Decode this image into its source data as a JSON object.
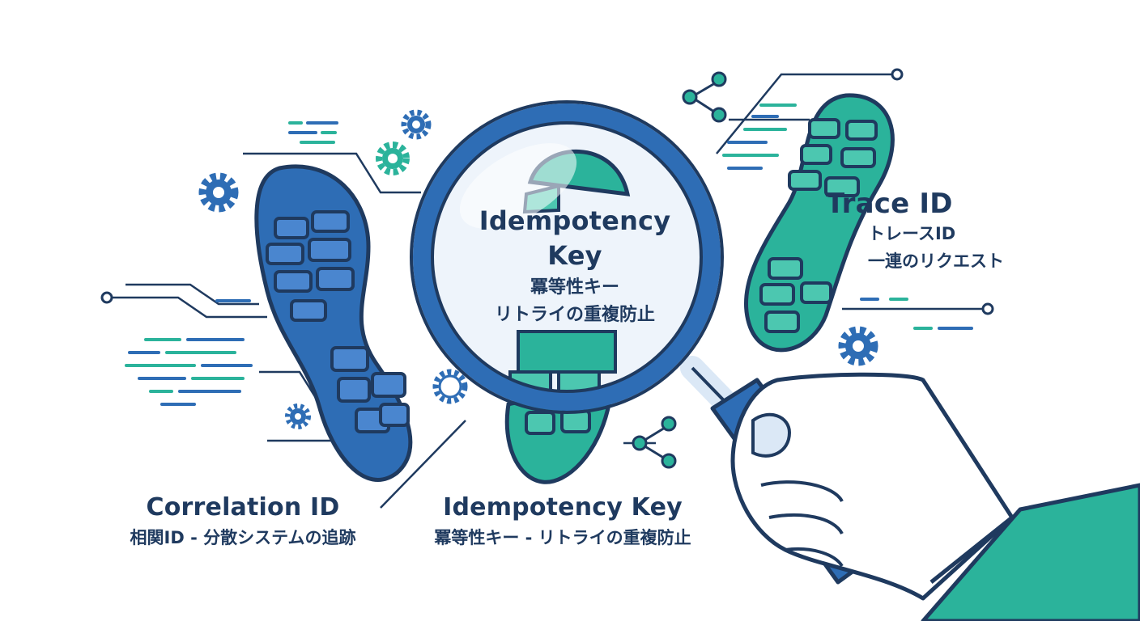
{
  "colors": {
    "blue": "#2e6db5",
    "dark_blue": "#1f3a5f",
    "teal": "#2bb39b",
    "light_blue": "#dbe8f6",
    "hand_outline": "#1f3a5f"
  },
  "icons": [
    "gear-icon",
    "share-node-icon",
    "magnifier-icon",
    "footprint-icon",
    "hand-icon",
    "code-lines-icon"
  ],
  "lens": {
    "title_line1": "Idempotency",
    "title_line2": "Key",
    "subtitle_line1": "冪等性キー",
    "subtitle_line2": "リトライの重複防止"
  },
  "trace": {
    "title": "Trace ID",
    "subtitle_line1": "トレースID",
    "subtitle_line2": "一連のリクエスト"
  },
  "correlation": {
    "title": "Correlation ID",
    "subtitle": "相関ID - 分散システムの追跡"
  },
  "idempotency": {
    "title": "Idempotency Key",
    "subtitle": "冪等性キー - リトライの重複防止"
  }
}
